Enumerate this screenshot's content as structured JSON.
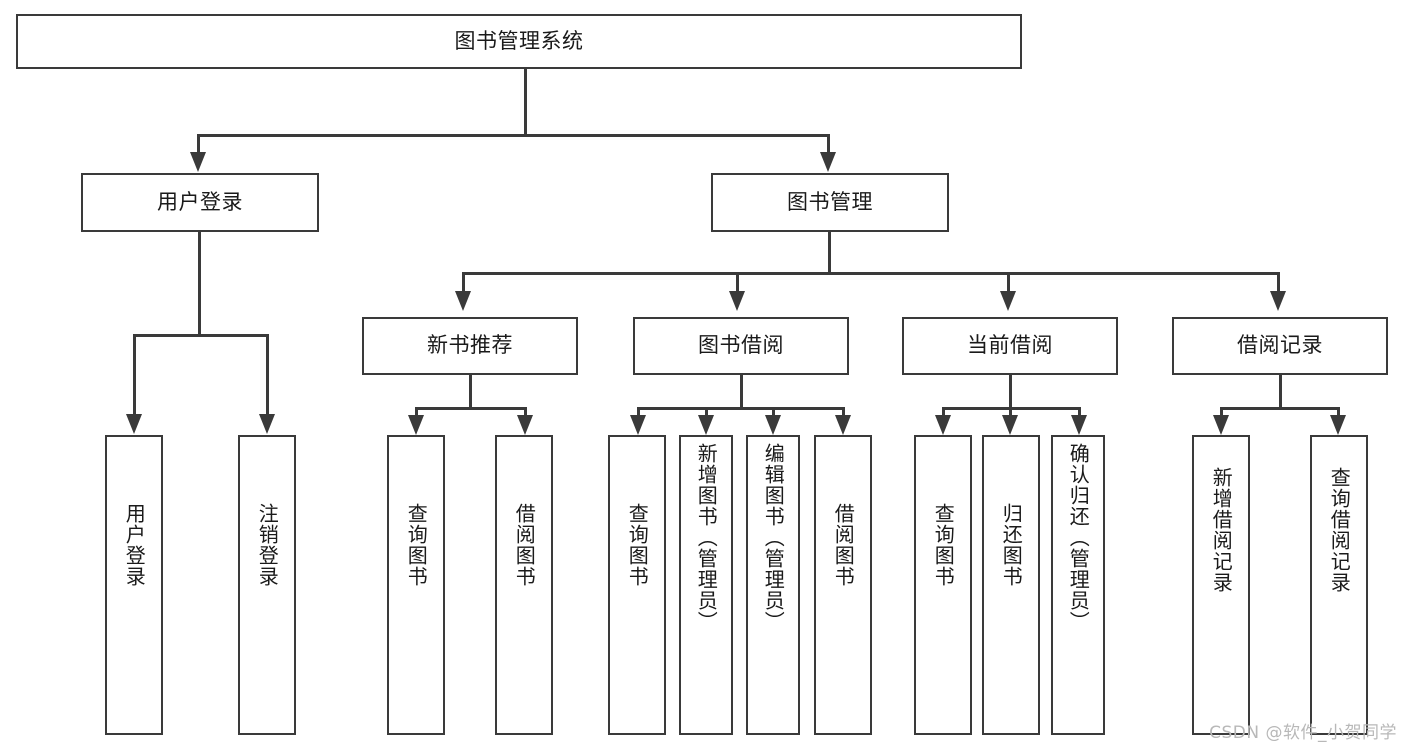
{
  "diagram": {
    "type": "tree",
    "title": "图书管理系统",
    "root": {
      "label": "图书管理系统"
    },
    "level2": [
      {
        "label": "用户登录"
      },
      {
        "label": "图书管理"
      }
    ],
    "level3": [
      {
        "label": "新书推荐"
      },
      {
        "label": "图书借阅"
      },
      {
        "label": "当前借阅"
      },
      {
        "label": "借阅记录"
      }
    ],
    "leaves": {
      "user_login": [
        {
          "label": "用户登录"
        },
        {
          "label": "注销登录"
        }
      ],
      "new_book_recommend": [
        {
          "label": "查询图书"
        },
        {
          "label": "借阅图书"
        }
      ],
      "book_borrow": [
        {
          "label": "查询图书"
        },
        {
          "label": "新增图书（管理员）"
        },
        {
          "label": "编辑图书（管理员）"
        },
        {
          "label": "借阅图书"
        }
      ],
      "current_borrow": [
        {
          "label": "查询图书"
        },
        {
          "label": "归还图书"
        },
        {
          "label": "确认归还（管理员）"
        }
      ],
      "borrow_record": [
        {
          "label": "新增借阅记录"
        },
        {
          "label": "查询借阅记录"
        }
      ]
    }
  },
  "watermark": {
    "text": "CSDN @软件_小贺同学"
  },
  "colors": {
    "stroke": "#3a3a3a",
    "text": "#1a1a1a",
    "background": "#ffffff",
    "watermark": "#b8b8b8"
  }
}
